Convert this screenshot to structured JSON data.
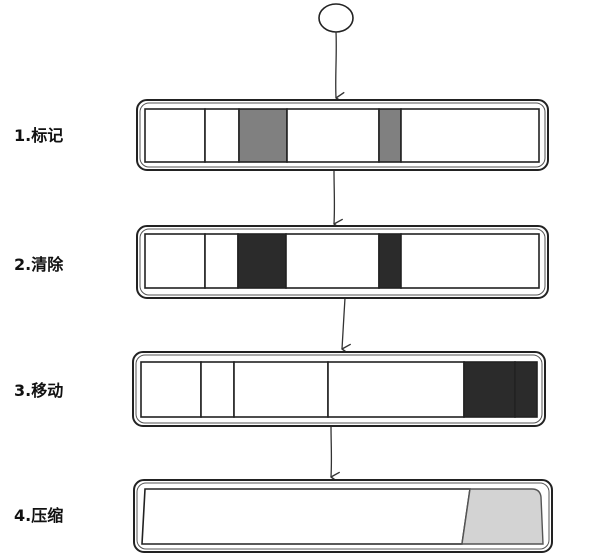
{
  "colors": {
    "free": "#ffffff",
    "marked": "#808080",
    "garbage": "#2b2b2b",
    "compacted_free": "#d3d3d3",
    "outline": "#222222"
  },
  "steps": [
    {
      "label": "1.标记",
      "blocks": [
        {
          "state": "free"
        },
        {
          "state": "free"
        },
        {
          "state": "marked"
        },
        {
          "state": "free"
        },
        {
          "state": "marked"
        },
        {
          "state": "free"
        }
      ]
    },
    {
      "label": "2.清除",
      "blocks": [
        {
          "state": "free"
        },
        {
          "state": "free"
        },
        {
          "state": "garbage"
        },
        {
          "state": "free"
        },
        {
          "state": "garbage"
        },
        {
          "state": "free"
        }
      ]
    },
    {
      "label": "3.移动",
      "blocks": [
        {
          "state": "free"
        },
        {
          "state": "free"
        },
        {
          "state": "free"
        },
        {
          "state": "free"
        },
        {
          "state": "garbage"
        },
        {
          "state": "garbage"
        }
      ]
    },
    {
      "label": "4.压缩",
      "blocks": [
        {
          "state": "free"
        },
        {
          "state": "compacted_free"
        }
      ]
    }
  ]
}
